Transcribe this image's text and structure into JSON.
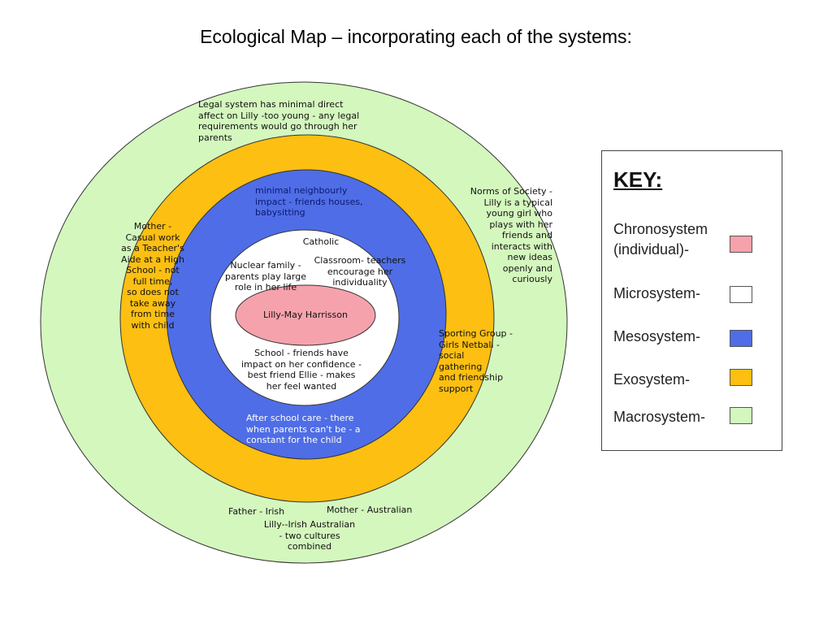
{
  "title": "Ecological Map – incorporating each of the systems:",
  "colors": {
    "chronosystem": "#f6a2ac",
    "microsystem": "#ffffff",
    "mesosystem": "#4f6de6",
    "exosystem": "#fcbf12",
    "macrosystem": "#d4f7be"
  },
  "center": {
    "label": "Lilly-May Harrisson"
  },
  "macro_labels": {
    "legal": "Legal system has minimal direct\naffect on Lilly -too young - any legal\nrequirements would go through her\nparents",
    "norms": "Norms of Society -\nLilly is a typical\nyoung girl who\nplays with her\nfriends and\ninteracts with\nnew ideas\nopenly and\ncuriously",
    "father": "Father - Irish",
    "mother": "Mother - Australian",
    "lilly": "Lilly--Irish Australian\n- two cultures\ncombined"
  },
  "exo_labels": {
    "mother_work": "Mother -\nCasual work\nas a Teacher's\nAide at a High\nSchool - not\nfull time,\nso does not\ntake away\nfrom time\nwith child",
    "sporting": "Sporting Group -\nGirls Netball -\nsocial\ngathering\nand friendship\nsupport"
  },
  "meso_labels": {
    "neighbourly": "minimal neighbourly\nimpact - friends houses,\nbabysitting",
    "after_school": "After school care - there\nwhen parents can't be - a\nconstant for the child"
  },
  "micro_labels": {
    "catholic": "Catholic",
    "nuclear": "Nuclear family -\nparents play large\nrole in her life",
    "classroom": "Classroom- teachers\nencourage her\nindividuality",
    "school": "School - friends have\nimpact on her confidence -\nbest friend Ellie - makes\nher feel wanted"
  },
  "key": {
    "title": "KEY:",
    "items": [
      {
        "label": "Chronosystem\n(individual)-",
        "color": "#f6a2ac"
      },
      {
        "label": "Microsystem-",
        "color": "#ffffff"
      },
      {
        "label": "Mesosystem-",
        "color": "#4f6de6"
      },
      {
        "label": "Exosystem-",
        "color": "#fcbf12"
      },
      {
        "label": "Macrosystem-",
        "color": "#d4f7be"
      }
    ]
  }
}
